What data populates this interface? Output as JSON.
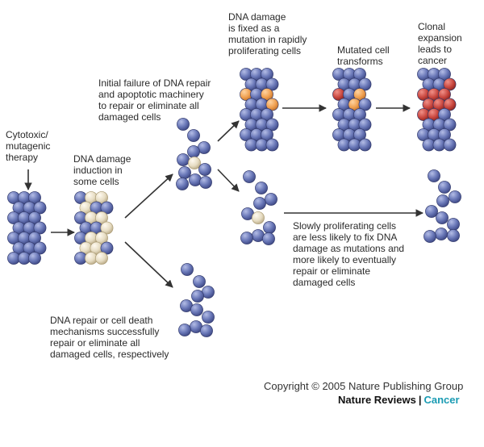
{
  "labels": {
    "therapy": "Cytotoxic/\nmutagenic\ntherapy",
    "induction": "DNA damage\ninduction in\nsome cells",
    "initial_failure": "Initial failure of DNA repair\nand apoptotic machinery\nto repair or eliminate all\ndamaged cells",
    "fixed_mutation": "DNA damage\nis fixed as a\nmutation in rapidly\nproliferating cells",
    "transforms": "Mutated cell\ntransforms",
    "clonal": "Clonal\nexpansion\nleads to\ncancer",
    "slowly": "Slowly proliferating cells\nare less likely to fix DNA\ndamage as mutations and\nmore likely to eventually\nrepair or eliminate\ndamaged cells",
    "successful": "DNA repair or cell death\nmechanisms successfully\nrepair or eliminate all\ndamaged cells, respectively"
  },
  "footer": {
    "copyright": "Copyright © 2005 Nature Publishing Group",
    "journal": "Nature Reviews",
    "separator": "|",
    "section": "Cancer"
  },
  "colors": {
    "normal_cell": "#6a78b8",
    "damaged_cell": "#e6dcc2",
    "mutated_cell": "#f0a050",
    "transformed_cell": "#c8463e",
    "arrow": "#333333",
    "accent": "#1a9bb3"
  }
}
